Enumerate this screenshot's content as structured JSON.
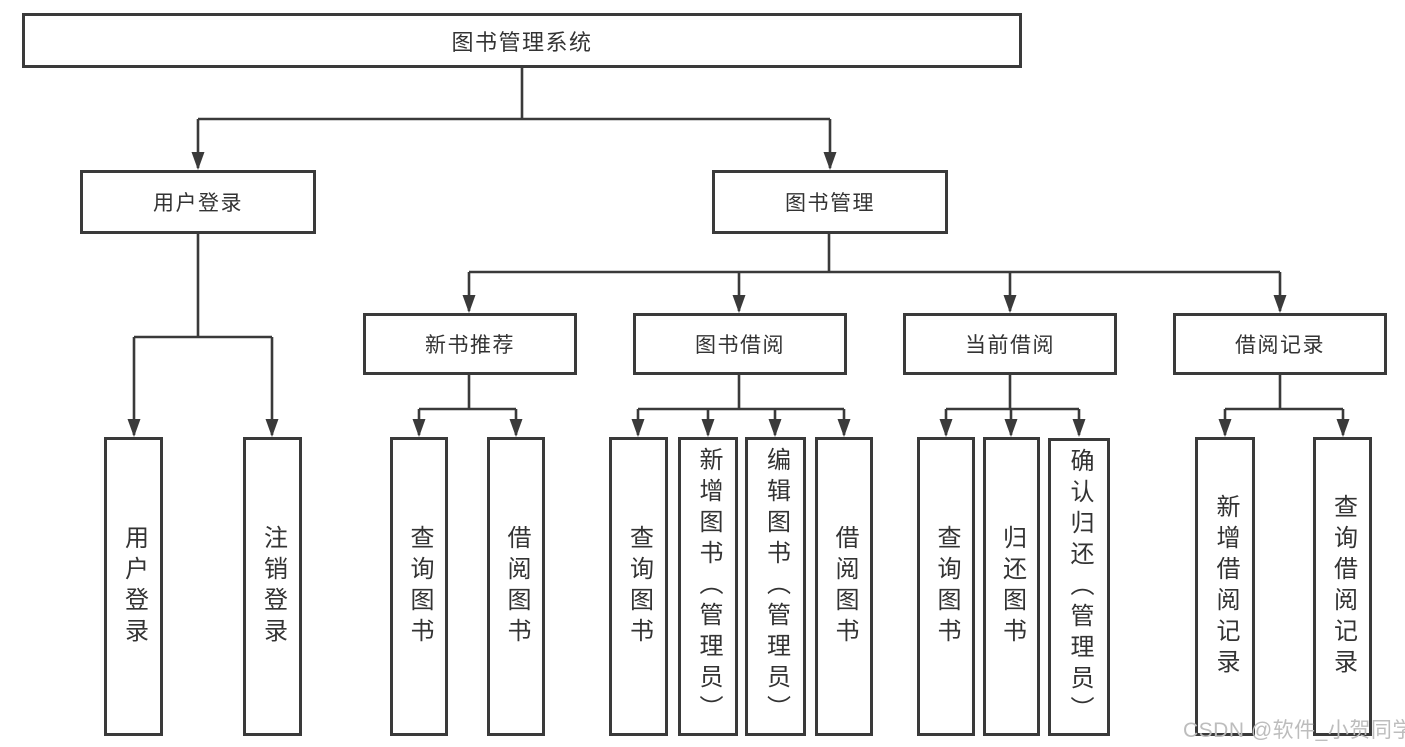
{
  "watermark": {
    "text": "CSDN @软件_小贺同学"
  },
  "colors": {
    "line": "#3a3a3a",
    "border": "#3a3a3a",
    "text": "#333333",
    "background": "#ffffff",
    "watermark": "#bdbdbd"
  },
  "tree": {
    "root": {
      "label": "图书管理系统"
    },
    "branches": [
      {
        "label": "用户登录",
        "children": [
          {
            "label": "用户登录"
          },
          {
            "label": "注销登录"
          }
        ]
      },
      {
        "label": "图书管理",
        "children": [
          {
            "label": "新书推荐",
            "children": [
              {
                "label": "查询图书"
              },
              {
                "label": "借阅图书"
              }
            ]
          },
          {
            "label": "图书借阅",
            "children": [
              {
                "label": "查询图书"
              },
              {
                "label": "新增图书（管理员）"
              },
              {
                "label": "编辑图书（管理员）"
              },
              {
                "label": "借阅图书"
              }
            ]
          },
          {
            "label": "当前借阅",
            "children": [
              {
                "label": "查询图书"
              },
              {
                "label": "归还图书"
              },
              {
                "label": "确认归还（管理员）"
              }
            ]
          },
          {
            "label": "借阅记录",
            "children": [
              {
                "label": "新增借阅记录"
              },
              {
                "label": "查询借阅记录"
              }
            ]
          }
        ]
      }
    ]
  }
}
